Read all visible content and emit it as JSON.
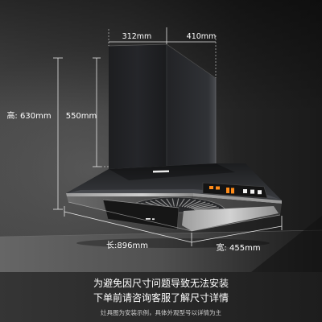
{
  "dimensions": {
    "chimney_width": "312mm",
    "chimney_depth": "410mm",
    "overall_height": "高: 630mm",
    "chimney_height": "550mm",
    "length": "长:896mm",
    "width": "宽: 455mm"
  },
  "notice": {
    "line_1": "为避免因尺寸问题导致无法安装",
    "line_2": "下单前请咨询客服了解尺寸详情",
    "footnote": "灶具图为安装示例，具体外观型号以详情为主"
  },
  "colors": {
    "text": "#ffffff",
    "dimension_line": "#e6e6e6",
    "display_orange": "#ff8c1a",
    "product_body": "#1d1e20",
    "background": "#1f1f1f"
  }
}
